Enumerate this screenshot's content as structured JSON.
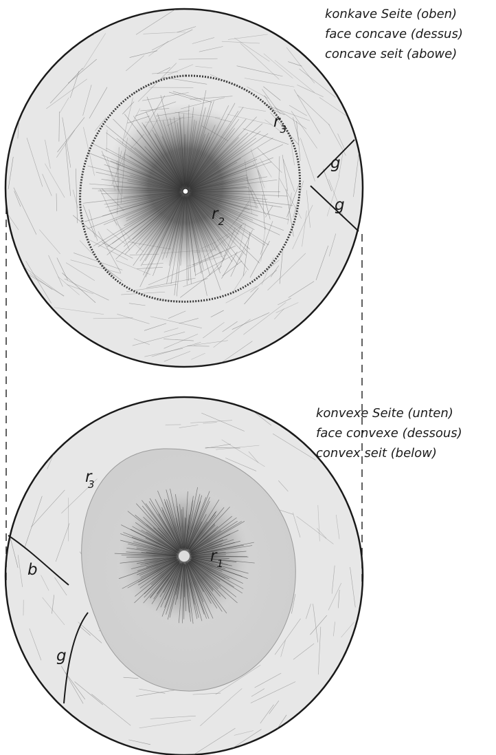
{
  "caption_top": {
    "line1": "konkave Seite (oben)",
    "line2": "face concave (dessus)",
    "line3": "concave seit (abowe)"
  },
  "caption_bottom": {
    "line1": "konvexe Seite (unten)",
    "line2": "face convexe (dessous)",
    "line3": "convex seit (below)"
  },
  "top_disc": {
    "label_r3": {
      "main": "r",
      "sub": "3"
    },
    "label_r2": {
      "main": "r",
      "sub": "2"
    },
    "label_g_upper": "g",
    "label_g_lower": "g"
  },
  "bottom_disc": {
    "label_r3": {
      "main": "r",
      "sub": "3"
    },
    "label_r1": {
      "main": "r",
      "sub": "1"
    },
    "label_b": "b",
    "label_g": "g"
  },
  "colors": {
    "paper": "#ffffff",
    "disc_fill": "#e7e7e7",
    "ink": "#1a1a1a",
    "dark_core": "#2e2e2e"
  }
}
